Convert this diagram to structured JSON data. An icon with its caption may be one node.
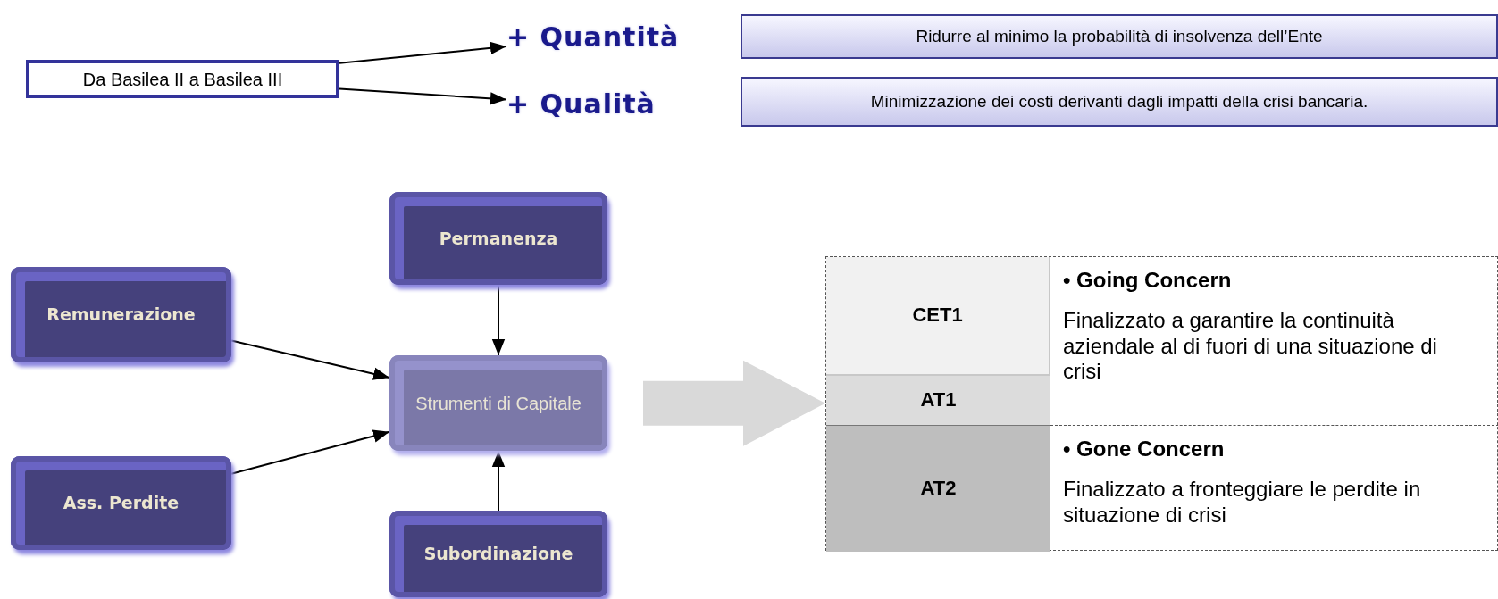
{
  "diagram": {
    "nodes": [
      {
        "text": [
          "Da Basilea II a Basilea III"
        ]
      },
      {
        "text": [
          "+ Quantità"
        ]
      },
      {
        "text": [
          "+ Qualità"
        ]
      },
      {
        "text": [
          "Ridurre al minimo la probabilità di insolvenza dell’Ente"
        ]
      },
      {
        "text": [
          "Minimizzazione dei costi derivanti dagli impatti della crisi bancaria."
        ]
      },
      {
        "text": [
          "Permanenza"
        ]
      },
      {
        "text": [
          "Remunerazione"
        ]
      },
      {
        "text": [
          "Strumenti di Capitale"
        ]
      },
      {
        "text": [
          "Ass. Perdite"
        ]
      },
      {
        "text": [
          "Subordinazione"
        ]
      },
      {
        "text": [],
        "shape": "box"
      },
      {
        "text": [
          "CET1"
        ],
        "in": 10
      },
      {
        "text": [
          "AT1"
        ],
        "in": 10
      },
      {
        "text": [
          "AT2"
        ],
        "in": 10
      },
      {
        "text": [
          "• Going Concern",
          "Finalizzato a garantire la continuità aziendale al di fuori di una situazione di crisi"
        ],
        "in": 10
      },
      {
        "text": [
          "• Gone Concern",
          "Finalizzato a fronteggiare le perdite in situazione di crisi"
        ],
        "in": 10
      }
    ],
    "edges": [
      {
        "from": 0,
        "to": 1,
        "arrow": "to"
      },
      {
        "from": 0,
        "to": 2,
        "arrow": "to"
      },
      {
        "from": 5,
        "to": 7,
        "arrow": "to"
      },
      {
        "from": 6,
        "to": 7,
        "arrow": "to"
      },
      {
        "from": 8,
        "to": 7,
        "arrow": "to"
      },
      {
        "from": 9,
        "to": 7,
        "arrow": "to"
      },
      {
        "from": 7,
        "to": 10,
        "arrow": "to",
        "style": "thick",
        "color": "#d9d9d9"
      }
    ]
  }
}
